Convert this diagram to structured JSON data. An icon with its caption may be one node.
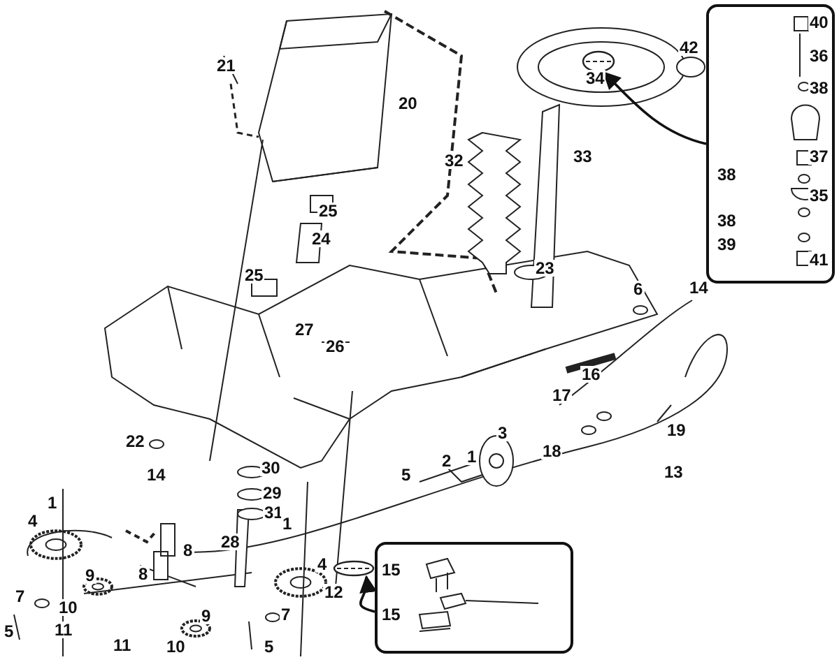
{
  "diagram": {
    "nodes": [
      {
        "text": [],
        "shape": "box"
      },
      {
        "text": [],
        "shape": "picture"
      },
      {
        "text": [],
        "shape": "box"
      },
      {
        "text": [],
        "shape": "picture"
      }
    ],
    "edges": [
      {
        "from": 0,
        "to": 1,
        "arrow": "to"
      },
      {
        "from": 2,
        "to": 3,
        "arrow": "to"
      }
    ],
    "labels": [
      "40",
      "42",
      "36",
      "21",
      "34",
      "38",
      "20",
      "37",
      "33",
      "32",
      "38",
      "35",
      "25",
      "38",
      "24",
      "39",
      "41",
      "25",
      "23",
      "14",
      "6",
      "27",
      "26",
      "16",
      "17",
      "19",
      "18",
      "22",
      "3",
      "30",
      "2",
      "1",
      "5",
      "13",
      "14",
      "29",
      "1",
      "31",
      "4",
      "28",
      "8",
      "1",
      "4",
      "15",
      "9",
      "8",
      "12",
      "7",
      "10",
      "9",
      "15",
      "11",
      "5",
      "7",
      "11",
      "10",
      "5"
    ]
  }
}
